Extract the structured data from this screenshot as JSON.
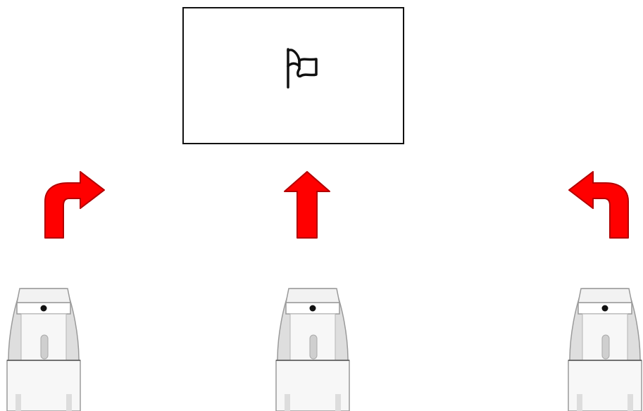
{
  "scene": {
    "goal": {
      "icon": "flag-icon"
    },
    "arrows": [
      {
        "id": "arrow-left-robot",
        "icon": "turn-right-arrow-icon",
        "color": "#ff0000"
      },
      {
        "id": "arrow-center-robot",
        "icon": "straight-up-arrow-icon",
        "color": "#ff0000"
      },
      {
        "id": "arrow-right-robot",
        "icon": "turn-left-arrow-icon",
        "color": "#ff0000"
      }
    ],
    "robots": [
      {
        "id": "robot-left",
        "icon": "robot-icon"
      },
      {
        "id": "robot-center",
        "icon": "robot-icon"
      },
      {
        "id": "robot-right",
        "icon": "robot-icon"
      }
    ],
    "colors": {
      "arrow_fill": "#ff0000",
      "arrow_stroke": "#b30000",
      "outline": "#111111",
      "robot_body": "#f2f2f2",
      "robot_side": "#dedede",
      "robot_line": "#9a9a9a"
    }
  }
}
